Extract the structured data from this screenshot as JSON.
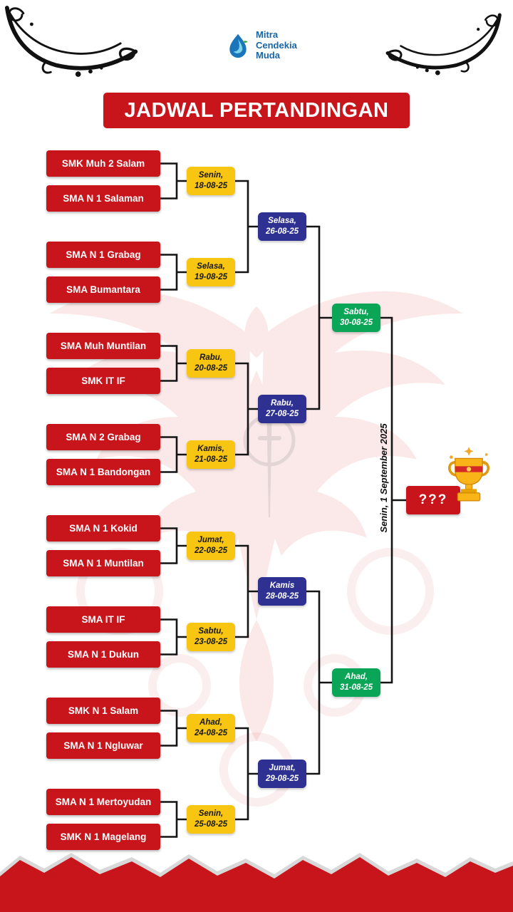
{
  "logo": {
    "name_lines": [
      "Mitra",
      "Cendekia",
      "Muda"
    ]
  },
  "title": "JADWAL PERTANDINGAN",
  "teams": [
    "SMK Muh 2 Salam",
    "SMA N 1 Salaman",
    "SMA N 1 Grabag",
    "SMA Bumantara",
    "SMA Muh Muntilan",
    "SMK IT IF",
    "SMA N 2 Grabag",
    "SMA N 1 Bandongan",
    "SMA N 1 Kokid",
    "SMA N 1 Muntilan",
    "SMA IT IF",
    "SMA N 1 Dukun",
    "SMK N 1 Salam",
    "SMA N 1 Ngluwar",
    "SMA N 1 Mertoyudan",
    "SMK N 1 Magelang"
  ],
  "round1": [
    {
      "day": "Senin,",
      "date": "18-08-25"
    },
    {
      "day": "Selasa,",
      "date": "19-08-25"
    },
    {
      "day": "Rabu,",
      "date": "20-08-25"
    },
    {
      "day": "Kamis,",
      "date": "21-08-25"
    },
    {
      "day": "Jumat,",
      "date": "22-08-25"
    },
    {
      "day": "Sabtu,",
      "date": "23-08-25"
    },
    {
      "day": "Ahad,",
      "date": "24-08-25"
    },
    {
      "day": "Senin,",
      "date": "25-08-25"
    }
  ],
  "round2": [
    {
      "day": "Selasa,",
      "date": "26-08-25"
    },
    {
      "day": "Rabu,",
      "date": "27-08-25"
    },
    {
      "day": "Kamis",
      "date": "28-08-25"
    },
    {
      "day": "Jumat,",
      "date": "29-08-25"
    }
  ],
  "semifinal": [
    {
      "day": "Sabtu,",
      "date": "30-08-25"
    },
    {
      "day": "Ahad,",
      "date": "31-08-25"
    }
  ],
  "final": {
    "date_label": "Senin, 1 September 2025",
    "winner_placeholder": "???"
  },
  "colors": {
    "red": "#c8151b",
    "yellow": "#f9c513",
    "navy": "#2e3192",
    "green": "#0ba558",
    "logo_blue": "#1767a9"
  }
}
